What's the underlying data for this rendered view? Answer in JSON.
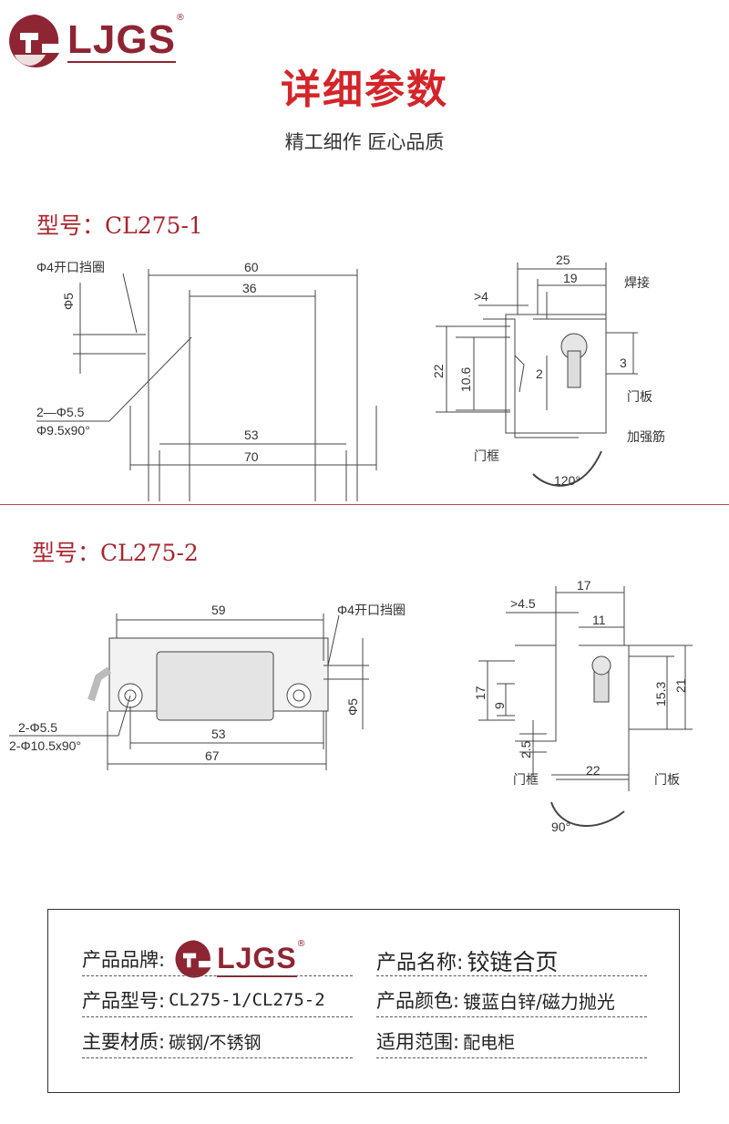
{
  "brand": {
    "logo_text": "LJGS",
    "registered": "®",
    "color": "#8e2533"
  },
  "header": {
    "title": "详细参数",
    "subtitle": "精工细作 匠心品质"
  },
  "models": [
    {
      "label": "型号：CL275-1",
      "front": {
        "retaining_ring": "Φ4开口挡圈",
        "pin_dia": "Φ5",
        "hole_dia": "2—Φ5.5",
        "countersink": "Φ9.5x90°",
        "d60": "60",
        "d36": "36",
        "d53": "53",
        "d70": "70"
      },
      "side": {
        "d25": "25",
        "d19": "19",
        "gt4": ">4",
        "weld": "焊接",
        "d22": "22",
        "d10_6": "10.6",
        "d2": "2",
        "d3": "3",
        "door_panel": "门板",
        "rib": "加强筋",
        "door_frame": "门框",
        "angle": "120°"
      }
    },
    {
      "label": "型号：CL275-2",
      "front": {
        "retaining_ring": "Φ4开口挡圈",
        "pin_dia": "Φ5",
        "hole_dia": "2-Φ5.5",
        "countersink": "2-Φ10.5x90°",
        "d59": "59",
        "d53": "53",
        "d67": "67"
      },
      "side": {
        "d17": "17",
        "gt4_5": ">4.5",
        "d11": "11",
        "v17": "17",
        "d9": "9",
        "d2_5": "2.5",
        "d15_3": "15.3",
        "d21": "21",
        "d22": "22",
        "door_frame": "门框",
        "door_panel": "门板",
        "angle": "90°"
      }
    }
  ],
  "specs": {
    "brand_label": "产品品牌:",
    "name_label": "产品名称:",
    "name_value": "铰链合页",
    "model_label": "产品型号:",
    "model_value": "CL275-1/CL275-2",
    "color_label": "产品颜色:",
    "color_value": "镀蓝白锌/磁力抛光",
    "material_label": "主要材质:",
    "material_value": "碳钢/不锈钢",
    "scope_label": "适用范围:",
    "scope_value": "配电柜"
  }
}
